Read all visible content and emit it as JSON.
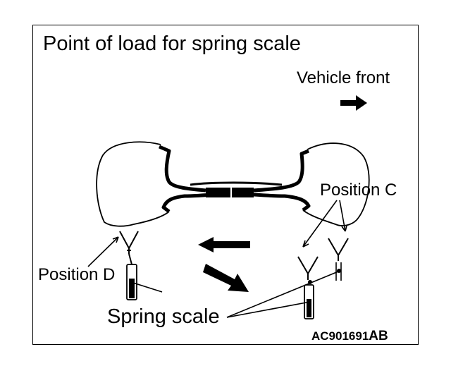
{
  "labels": {
    "title": "Point of load for spring scale",
    "vehicle_front": "Vehicle front",
    "position_c": "Position C",
    "position_d": "Position D",
    "spring_scale": "Spring scale",
    "figure_code_main": "AC901691",
    "figure_code_suffix": "AB"
  },
  "colors": {
    "ink": "#000000",
    "background": "#ffffff"
  }
}
